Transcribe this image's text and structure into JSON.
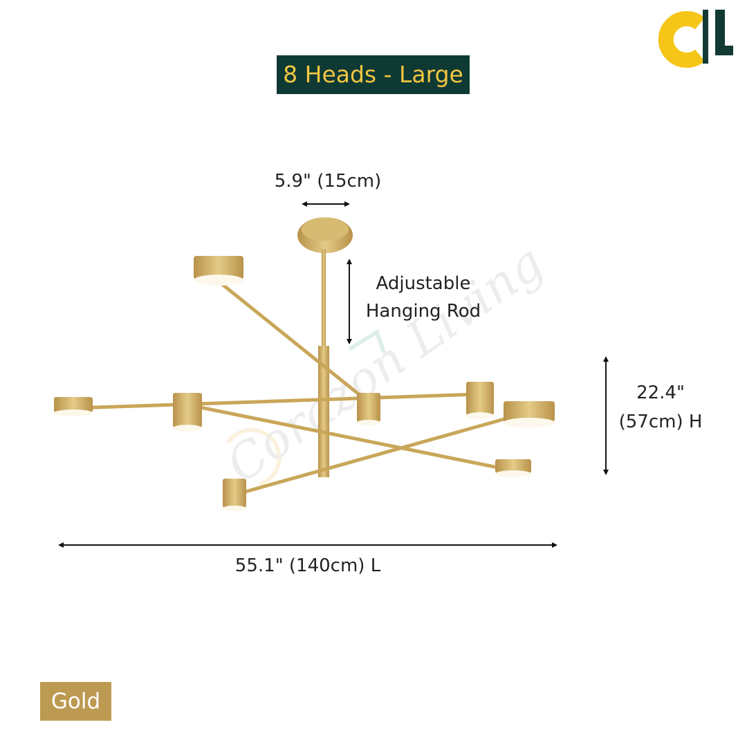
{
  "title": "8 Heads - Large",
  "dimensions": {
    "canopy_width": "5.9\" (15cm)",
    "rod_line1": "Adjustable",
    "rod_line2": "Hanging Rod",
    "height_line1": "22.4\"",
    "height_line2": "(57cm) H",
    "length": "55.1\" (140cm) L"
  },
  "color_option": "Gold",
  "colors": {
    "banner_bg": "#0f3a33",
    "banner_text": "#f3c542",
    "gold": "#c9a659",
    "badge_bg": "#bd9a52",
    "logo_yellow": "#f5c518",
    "logo_dark": "#123a33"
  },
  "icons": {
    "logo": "cl-logo-icon",
    "watermark": "watermark-icon"
  }
}
